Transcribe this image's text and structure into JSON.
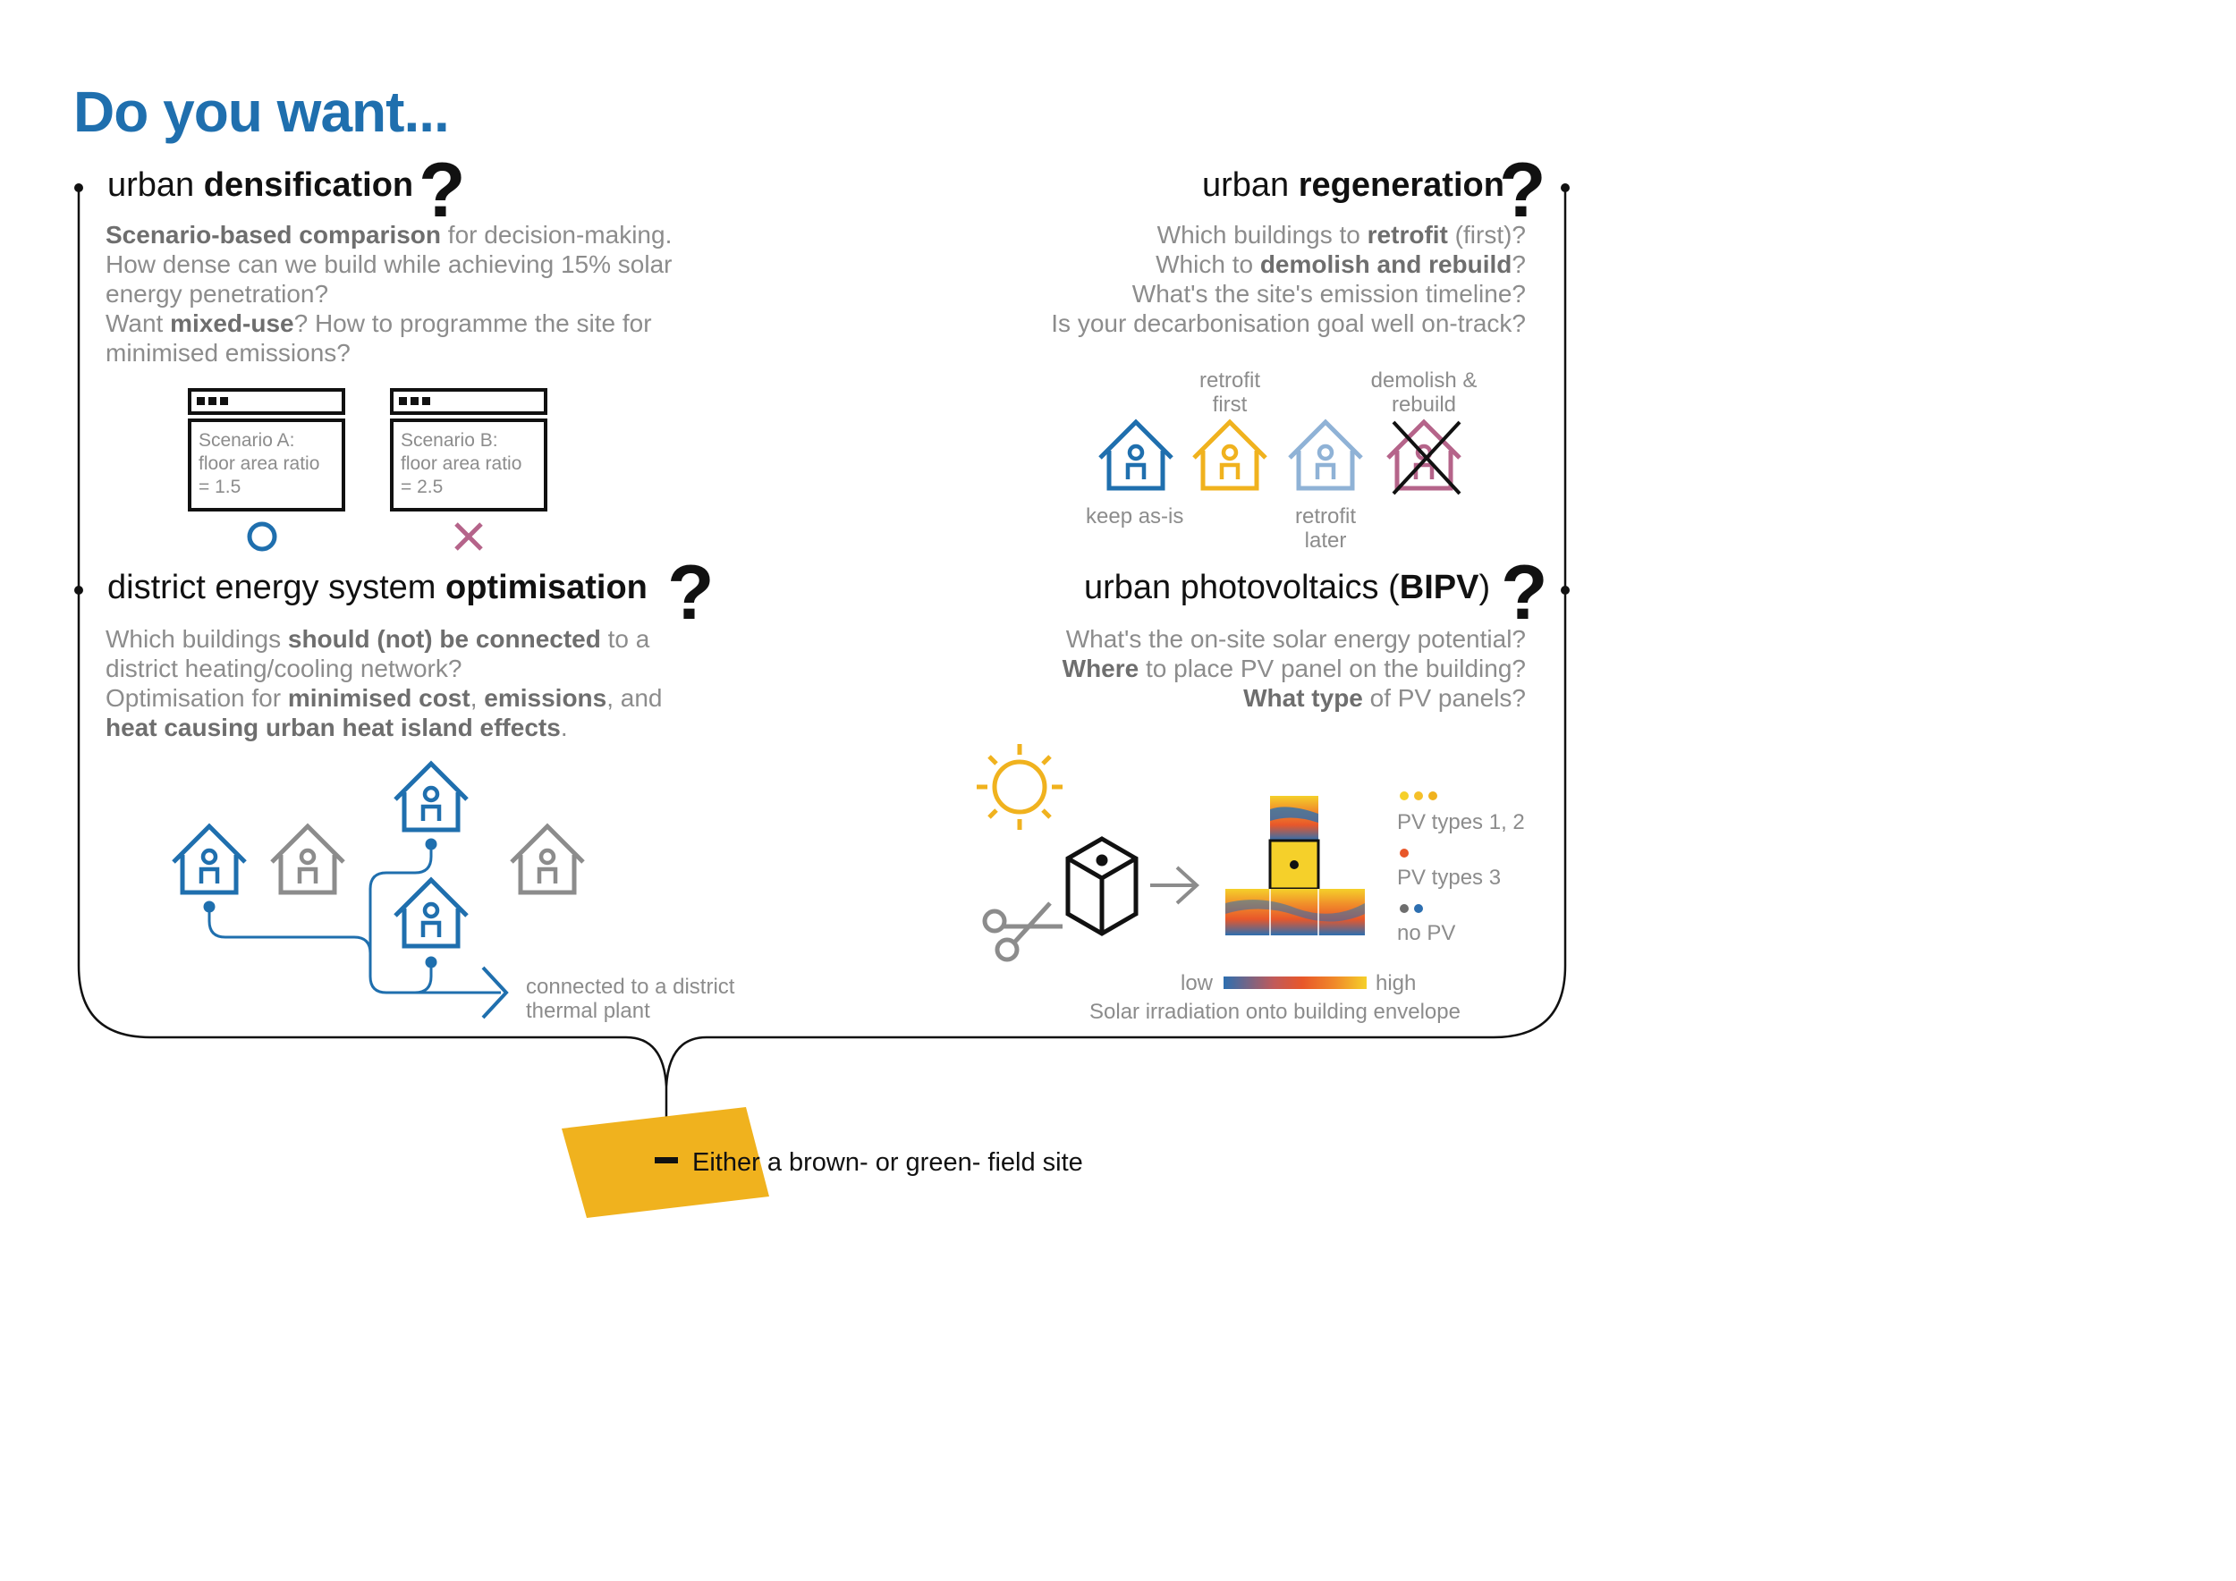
{
  "title": "Do you want...",
  "colors": {
    "accent_blue": "#1f6fae",
    "yellow": "#f0b21e",
    "light_blue": "#8fb2d6",
    "mauve": "#b5648a",
    "grey": "#8c8c8c",
    "orange": "#e8572a"
  },
  "sections": {
    "densification": {
      "title_pre": "urban ",
      "title_bold": "densification",
      "qmark": "?",
      "lines": [
        {
          "b": "Scenario-based comparison",
          "t": " for decision-making."
        },
        {
          "b": "",
          "t": "How dense can we build while achieving 15% solar"
        },
        {
          "b": "",
          "t": "energy penetration?"
        },
        {
          "pre": "Want ",
          "b": "mixed-use",
          "t": "? How to programme the site for"
        },
        {
          "b": "",
          "t": "minimised emissions?"
        }
      ],
      "scenario_a": {
        "icon": "browser-window-icon",
        "line1": "Scenario A:",
        "line2": "floor area ratio",
        "line3": "= 1.5",
        "mark": "circle-icon"
      },
      "scenario_b": {
        "icon": "browser-window-icon",
        "line1": "Scenario B:",
        "line2": "floor area ratio",
        "line3": "= 2.5",
        "mark": "cross-icon"
      }
    },
    "regeneration": {
      "title_pre": "urban ",
      "title_bold": "regeneration",
      "qmark": "?",
      "line1_pre": "Which buildings to ",
      "line1_b": "retrofit",
      "line1_post": " (first)?",
      "line2_pre": "Which to ",
      "line2_b": "demolish and rebuild",
      "line2_post": "?",
      "line3": "What's the site's emission timeline?",
      "line4": "Is your decarbonisation goal well on-track?",
      "houses": {
        "keep": "keep as-is",
        "retrofit_first": [
          "retrofit",
          "first"
        ],
        "retrofit_later": [
          "retrofit",
          "later"
        ],
        "demolish": [
          "demolish &",
          "rebuild"
        ]
      }
    },
    "district": {
      "title_pre": "district energy system ",
      "title_bold": "optimisation",
      "qmark": "?",
      "line1_pre": "Which buildings ",
      "line1_b": "should (not) be connected",
      "line1_post": " to a",
      "line2": "district heating/cooling network?",
      "line3_pre": "Optimisation for ",
      "line3_b1": "minimised cost",
      "line3_mid": ", ",
      "line3_b2": "emissions",
      "line3_post": ", and",
      "line4_b": "heat causing urban heat island effects",
      "line4_post": ".",
      "plant_label": [
        "connected to  a district",
        "thermal plant"
      ]
    },
    "pv": {
      "title_pre": "urban photovoltaics (",
      "title_bold": "BIPV",
      "title_post": ")",
      "qmark": "?",
      "line1": "What's the on-site solar energy potential?",
      "line2_b": "Where",
      "line2_post": " to place PV panel on the building?",
      "line3_b": "What type",
      "line3_post": " of PV panels?",
      "legend": {
        "types12": "PV types 1, 2",
        "types3": "PV types 3",
        "nopv": "no PV"
      },
      "scale": {
        "low": "low",
        "high": "high",
        "caption": "Solar irradiation onto building envelope"
      },
      "icons": [
        "sun-icon",
        "scissors-icon",
        "cube-icon",
        "arrow-right-icon"
      ]
    }
  },
  "site": {
    "label": "Either a brown- or green- field site"
  }
}
